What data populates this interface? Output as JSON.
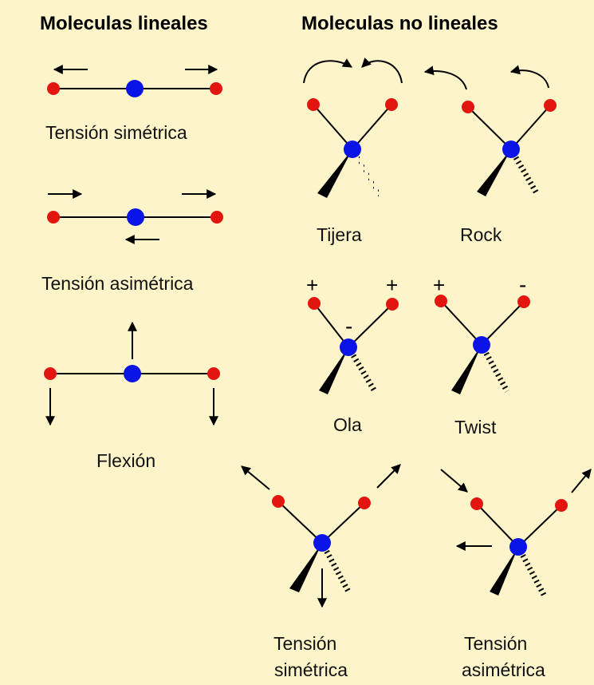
{
  "headers": {
    "linear": "Moleculas lineales",
    "nonlinear": "Moleculas no lineales"
  },
  "linear_modes": {
    "symmetric_stretch": "Tensión simétrica",
    "asymmetric_stretch": "Tensión asimétrica",
    "bending": "Flexión"
  },
  "nonlinear_modes": {
    "scissor": "Tijera",
    "rock": "Rock",
    "wag": "Ola",
    "twist": "Twist",
    "symmetric_stretch_line1": "Tensión",
    "symmetric_stretch_line2": "simétrica",
    "asymmetric_stretch_line1": "Tensión",
    "asymmetric_stretch_line2": "asimétrica"
  },
  "signs": {
    "plus": "+",
    "minus": "-"
  },
  "colors": {
    "background": "#fdf5c9",
    "central_atom": "#0a14e6",
    "outer_atom": "#e3160f",
    "bond": "#000000"
  }
}
